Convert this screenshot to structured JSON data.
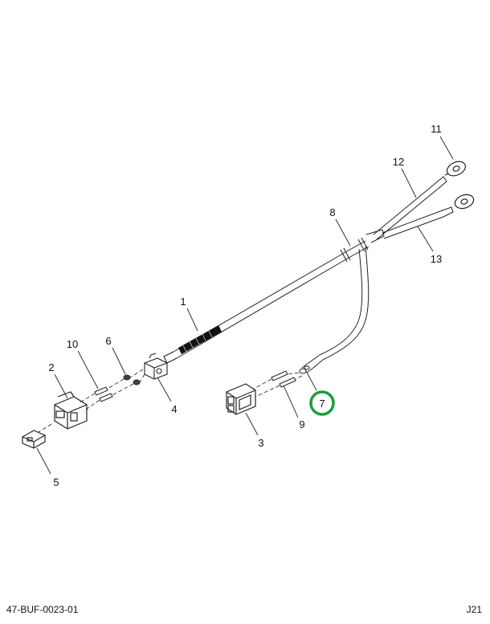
{
  "callouts": [
    {
      "id": "1",
      "label": "1"
    },
    {
      "id": "2",
      "label": "2"
    },
    {
      "id": "3",
      "label": "3"
    },
    {
      "id": "4",
      "label": "4"
    },
    {
      "id": "5",
      "label": "5"
    },
    {
      "id": "6",
      "label": "6"
    },
    {
      "id": "7",
      "label": "7",
      "highlighted": true
    },
    {
      "id": "8",
      "label": "8"
    },
    {
      "id": "9",
      "label": "9"
    },
    {
      "id": "10",
      "label": "10"
    },
    {
      "id": "11",
      "label": "11"
    },
    {
      "id": "12",
      "label": "12"
    },
    {
      "id": "13",
      "label": "13"
    }
  ],
  "highlight_color": "#1a9e3a",
  "footer": {
    "drawing_id": "47-BUF-0023-01",
    "sheet_id": "J21"
  }
}
